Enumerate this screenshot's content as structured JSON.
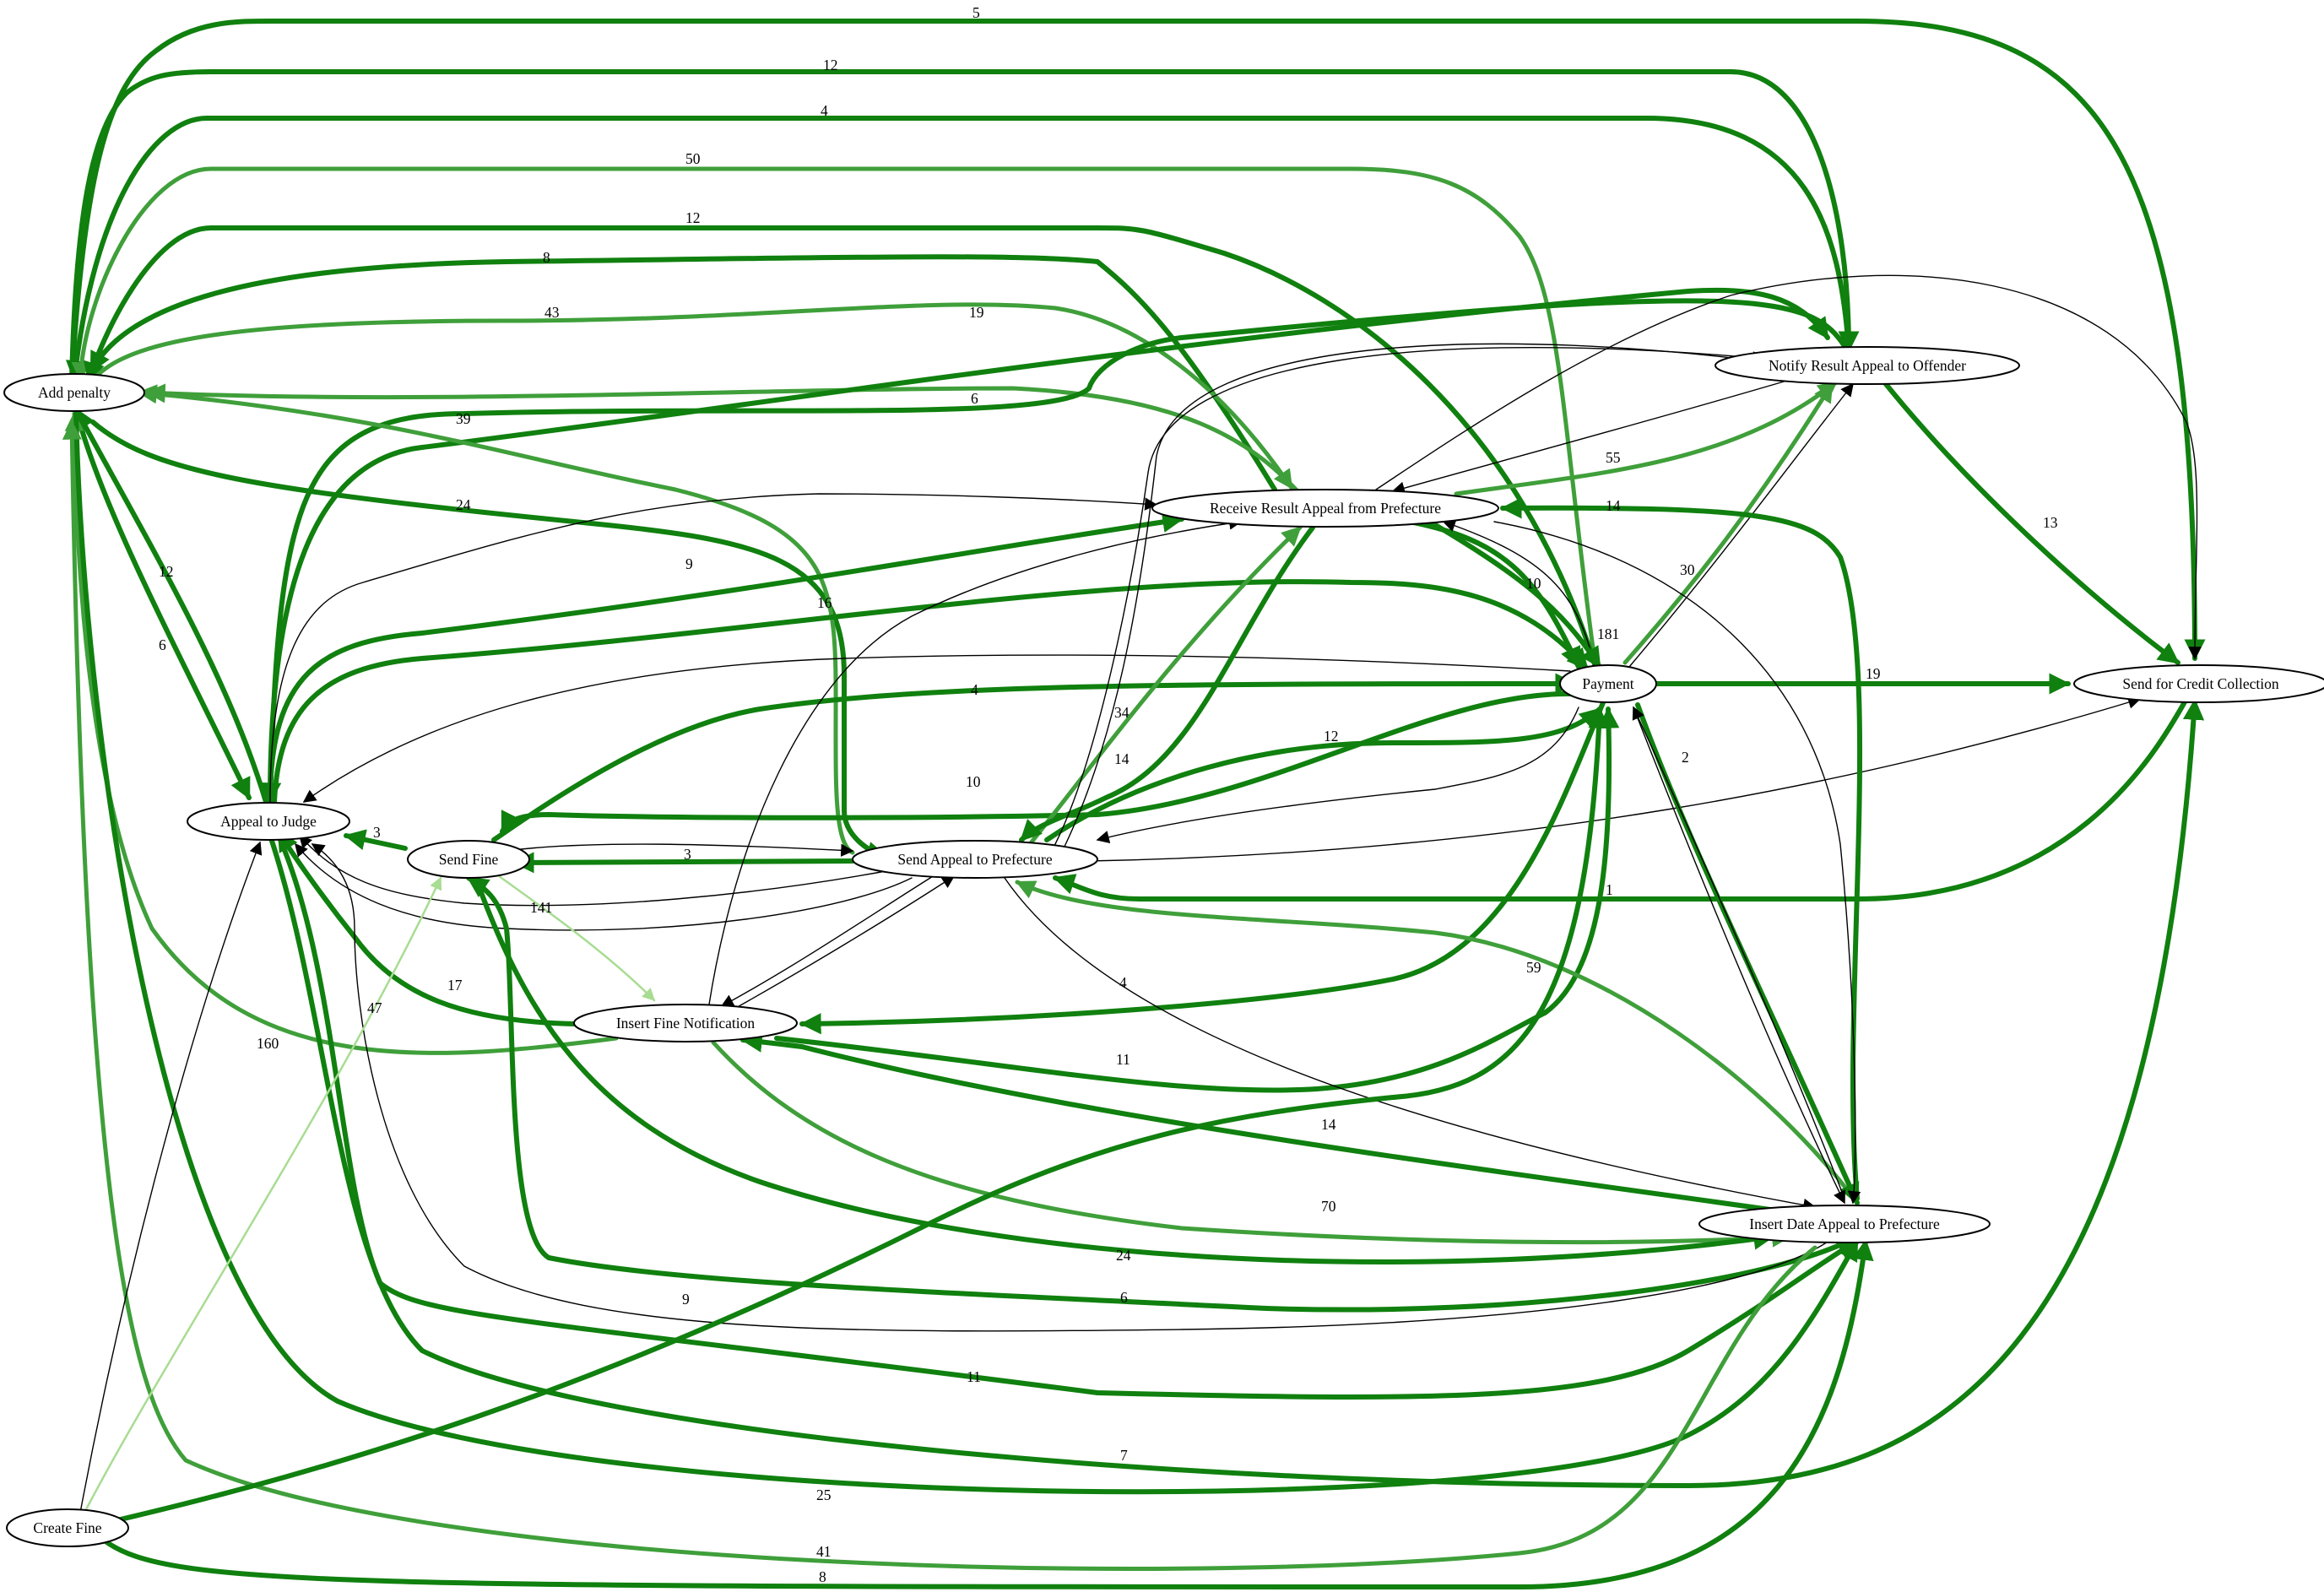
{
  "diagram": {
    "type": "process-map",
    "colors": {
      "node_border": "#000000",
      "node_fill": "#ffffff",
      "edge_strong": "#10800f",
      "edge_medium": "#3f9f3a",
      "edge_light": "#a8dc92",
      "edge_thin": "#000000"
    },
    "nodes": [
      {
        "id": "add_penalty",
        "label": "Add penalty"
      },
      {
        "id": "appeal_to_judge",
        "label": "Appeal to Judge"
      },
      {
        "id": "send_fine",
        "label": "Send Fine"
      },
      {
        "id": "send_appeal",
        "label": "Send Appeal to Prefecture"
      },
      {
        "id": "insert_notification",
        "label": "Insert Fine Notification"
      },
      {
        "id": "receive_result",
        "label": "Receive Result Appeal from Prefecture"
      },
      {
        "id": "notify_result",
        "label": "Notify Result Appeal to Offender"
      },
      {
        "id": "payment",
        "label": "Payment"
      },
      {
        "id": "credit_collection",
        "label": "Send for Credit Collection"
      },
      {
        "id": "insert_date",
        "label": "Insert Date Appeal to Prefecture"
      },
      {
        "id": "create_fine",
        "label": "Create Fine"
      }
    ],
    "edges": [
      {
        "id": "e-addpen-credit",
        "label": "5",
        "style": "strong"
      },
      {
        "id": "e-addpen-notify",
        "label": "12",
        "style": "strong"
      },
      {
        "id": "e-notify-addpen",
        "label": "4",
        "style": "strong"
      },
      {
        "id": "e-payment-addpen",
        "label": "50",
        "style": "medium"
      },
      {
        "id": "e-payment-addpen2",
        "label": "12",
        "style": "strong"
      },
      {
        "id": "e-receive-addpen",
        "label": "8",
        "style": "strong"
      },
      {
        "id": "e-addpen-receive",
        "label": "43",
        "style": "medium"
      },
      {
        "id": "e-receive-addpen2",
        "label": "19",
        "style": "medium"
      },
      {
        "id": "e-notify-judge",
        "label": "6",
        "style": "strong"
      },
      {
        "id": "e-judge-notify",
        "label": "39",
        "style": "strong"
      },
      {
        "id": "e-addpen-sendappeal",
        "label": "24",
        "style": "strong"
      },
      {
        "id": "e-sendappeal-addpen",
        "label": "",
        "style": "medium"
      },
      {
        "id": "e-addpen-judge",
        "label": "12",
        "style": "strong"
      },
      {
        "id": "e-judge-addpen",
        "label": "6",
        "style": "strong"
      },
      {
        "id": "e-judge-receive",
        "label": "9",
        "style": "strong"
      },
      {
        "id": "e-judge-payment",
        "label": "16",
        "style": "strong"
      },
      {
        "id": "e-judge-receive-thin",
        "label": "",
        "style": "thin"
      },
      {
        "id": "e-payment-judge-thin",
        "label": "",
        "style": "thin"
      },
      {
        "id": "e-receive-notify",
        "label": "55",
        "style": "medium"
      },
      {
        "id": "e-notify-receive-thin",
        "label": "",
        "style": "thin"
      },
      {
        "id": "e-notify-credit",
        "label": "13",
        "style": "strong"
      },
      {
        "id": "e-receive-credit-thin",
        "label": "",
        "style": "thin"
      },
      {
        "id": "e-receive-payment",
        "label": "10",
        "style": "strong"
      },
      {
        "id": "e-payment-receive-thin",
        "label": "",
        "style": "thin"
      },
      {
        "id": "e-payment-notify",
        "label": "30",
        "style": "medium"
      },
      {
        "id": "e-payment-notify-thin",
        "label": "",
        "style": "thin"
      },
      {
        "id": "e-payment-credit",
        "label": "19",
        "style": "strong"
      },
      {
        "id": "e-receive-payment2",
        "label": "181",
        "style": "strong"
      },
      {
        "id": "e-sendfine-payment",
        "label": "4",
        "style": "strong"
      },
      {
        "id": "e-payment-sendfine",
        "label": "10",
        "style": "strong"
      },
      {
        "id": "e-sendappeal-receive",
        "label": "34",
        "style": "medium"
      },
      {
        "id": "e-receive-sendappeal",
        "label": "14",
        "style": "strong"
      },
      {
        "id": "e-sendappeal-payment",
        "label": "12",
        "style": "strong"
      },
      {
        "id": "e-sendappeal-notify-thin",
        "label": "",
        "style": "thin"
      },
      {
        "id": "e-sendappeal-notify-thin2",
        "label": "",
        "style": "thin"
      },
      {
        "id": "e-payment-sendappeal-thin",
        "label": "",
        "style": "thin"
      },
      {
        "id": "e-sendappeal-credit-thin",
        "label": "",
        "style": "thin"
      },
      {
        "id": "e-credit-sendappeal",
        "label": "1",
        "style": "strong"
      },
      {
        "id": "e-sendfine-judge",
        "label": "3",
        "style": "strong"
      },
      {
        "id": "e-sendappeal-sendfine",
        "label": "3",
        "style": "strong"
      },
      {
        "id": "e-sendfine-sendappeal-thin",
        "label": "",
        "style": "thin"
      },
      {
        "id": "e-sendappeal-judge-thin",
        "label": "",
        "style": "thin"
      },
      {
        "id": "e-sendfine-notification",
        "label": "141",
        "style": "light"
      },
      {
        "id": "e-notification-judge",
        "label": "17",
        "style": "strong"
      },
      {
        "id": "e-notification-addpen",
        "label": "47",
        "style": "medium"
      },
      {
        "id": "e-payment-notification",
        "label": "4",
        "style": "strong"
      },
      {
        "id": "e-notification-receive-thin",
        "label": "",
        "style": "thin"
      },
      {
        "id": "e-notification-sendappeal-thin",
        "label": "",
        "style": "thin"
      },
      {
        "id": "e-sendappeal-notification-thin",
        "label": "",
        "style": "thin"
      },
      {
        "id": "e-notification-payment",
        "label": "11",
        "style": "strong"
      },
      {
        "id": "e-insertdate-notification",
        "label": "14",
        "style": "strong"
      },
      {
        "id": "e-notification-insertdate",
        "label": "70",
        "style": "medium"
      },
      {
        "id": "e-insertdate-sendappeal",
        "label": "59",
        "style": "medium"
      },
      {
        "id": "e-sendappeal-insertdate-thin",
        "label": "",
        "style": "thin"
      },
      {
        "id": "e-payment-insertdate",
        "label": "2",
        "style": "strong"
      },
      {
        "id": "e-payment-insertdate-thin",
        "label": "",
        "style": "thin"
      },
      {
        "id": "e-insertdate-receive",
        "label": "14",
        "style": "strong"
      },
      {
        "id": "e-receive-insertdate-thin",
        "label": "",
        "style": "thin"
      },
      {
        "id": "e-sendfine-insertdate",
        "label": "24",
        "style": "strong"
      },
      {
        "id": "e-insertdate-sendfine",
        "label": "6",
        "style": "strong"
      },
      {
        "id": "e-insertdate-judge-thin",
        "label": "9",
        "style": "thin"
      },
      {
        "id": "e-judge-insertdate",
        "label": "11",
        "style": "strong"
      },
      {
        "id": "e-judge-credit",
        "label": "7",
        "style": "strong"
      },
      {
        "id": "e-addpen-insertdate",
        "label": "25",
        "style": "strong"
      },
      {
        "id": "e-insertdate-addpen",
        "label": "41",
        "style": "medium"
      },
      {
        "id": "e-createfine-insertdate",
        "label": "8",
        "style": "strong"
      },
      {
        "id": "e-createfine-judge-thin",
        "label": "160",
        "style": "thin"
      },
      {
        "id": "e-createfine-sendfine-light",
        "label": "",
        "style": "light"
      },
      {
        "id": "e-createfine-payment",
        "label": "",
        "style": "strong"
      }
    ]
  }
}
